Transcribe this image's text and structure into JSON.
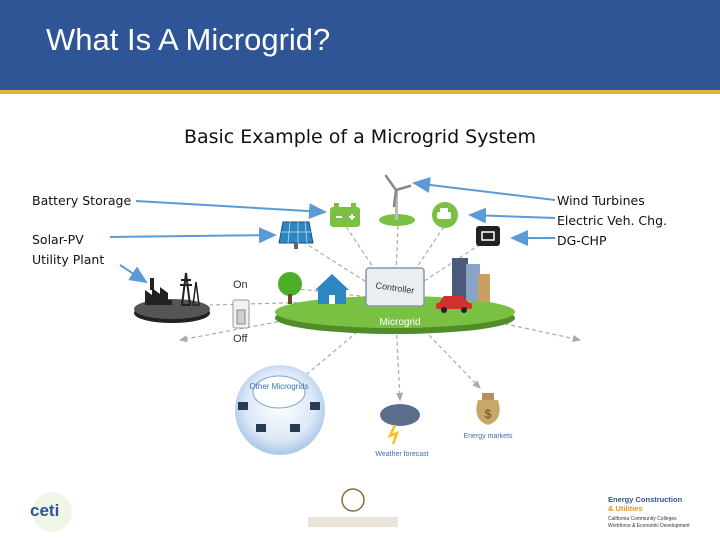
{
  "slide": {
    "title": "What Is A Microgrid?",
    "subtitle": "Basic Example of a Microgrid System"
  },
  "labels_left": {
    "battery": "Battery Storage",
    "solar": "Solar-PV",
    "utility": "Utility Plant"
  },
  "labels_right": {
    "wind": "Wind Turbines",
    "ev": "Electric Veh. Chg.",
    "dg": "DG-CHP"
  },
  "diagram": {
    "switch_on": "On",
    "switch_off": "Off",
    "controller": "Controller",
    "microgrid": "Microgrid",
    "other_microgrids": "Other Microgrids",
    "weather": "Weather forecast",
    "energy_markets": "Energy markets"
  },
  "logos": {
    "ceti": "ceti",
    "energy_line1": "Energy Construction",
    "energy_line2": "& Utilities",
    "energy_line3": "California Community Colleges",
    "energy_line4": "Workforce & Economic Development"
  },
  "colors": {
    "title_bar": "#2f5596",
    "accent_rule": "#e6b33a",
    "pointer_arrows": "#5b9bd5",
    "microgrid_disc": "#7ac043",
    "icon_blue": "#2e86c1"
  }
}
